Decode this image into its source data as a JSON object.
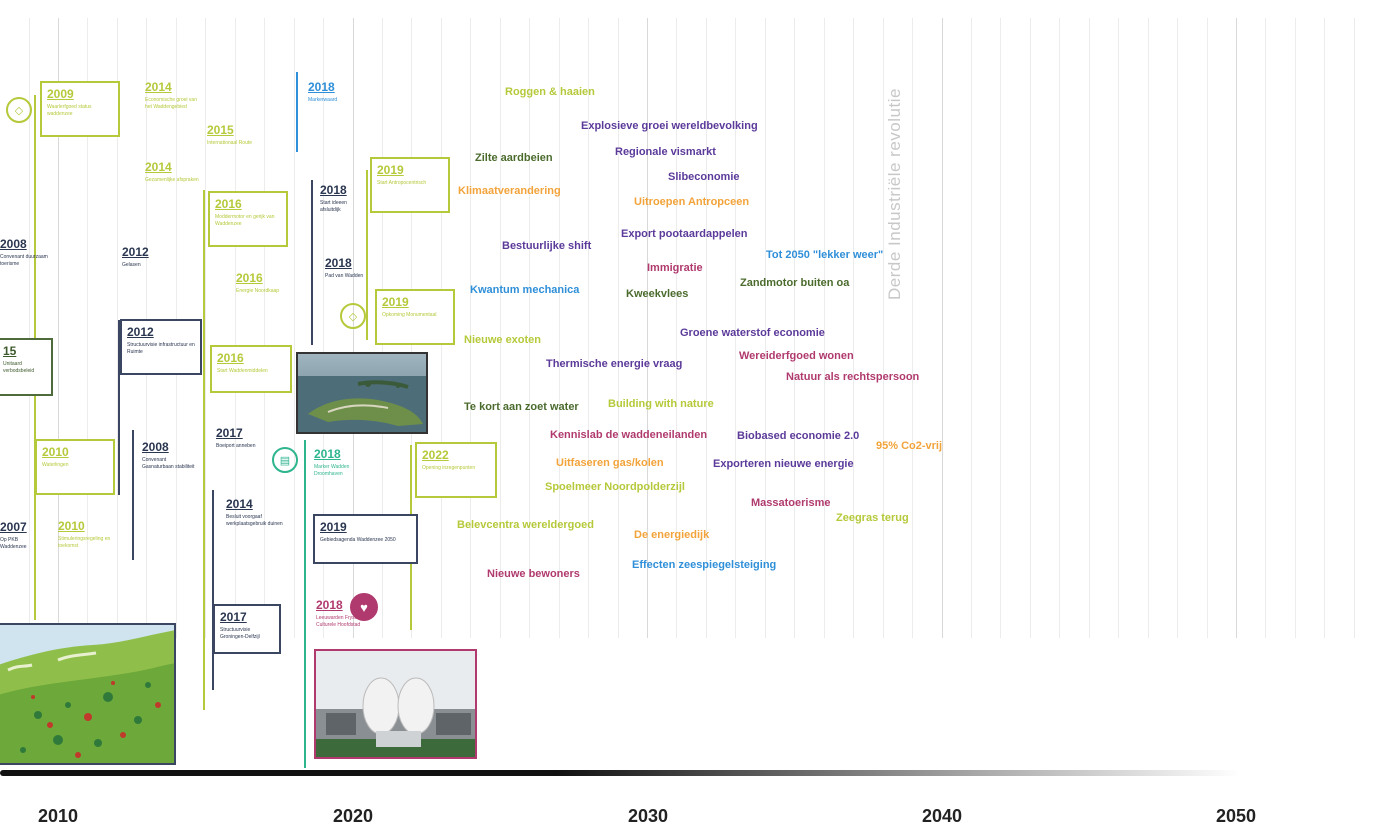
{
  "axis": {
    "years": [
      "2010",
      "2020",
      "2030",
      "2040",
      "2050"
    ]
  },
  "vertical_label": "Derde Industriële revolutie",
  "colors": {
    "green": "#b6c93a",
    "navy": "#2a3650",
    "purple": "#5b3a9a",
    "orange": "#f2a33a",
    "magenta": "#b03a6e",
    "darkgreen": "#4b6b2d",
    "blue": "#2f8fd8",
    "teal": "#2eb58e"
  },
  "events": {
    "e2009": {
      "year": "2009",
      "desc": "Waarlerfgoed status waddenzee"
    },
    "e2014a": {
      "year": "2014",
      "desc": "Economische groei van het Waddengebied"
    },
    "e2015a": {
      "year": "2015",
      "desc": "Internationaal Route"
    },
    "e2014b": {
      "year": "2014",
      "desc": "Gezamenlijke afspraken"
    },
    "e2016a": {
      "year": "2016",
      "desc": "Moddermotor en gerijk van Waddenzee"
    },
    "e2016b": {
      "year": "2016",
      "desc": "Energie Noordkaap"
    },
    "e2008a": {
      "year": "2008",
      "desc": "Convenant duurzaam toerisme"
    },
    "e2012a": {
      "year": "2012",
      "desc": "Gelasen"
    },
    "e2012b": {
      "year": "2012",
      "desc": "Structuurvisie infrastructuur en Ruimte"
    },
    "e2015b": {
      "year": "15",
      "desc": "Unitaard verbodsbeleid"
    },
    "e2016c": {
      "year": "2016",
      "desc": "Start Waddenmiddelen"
    },
    "e2010a": {
      "year": "2010",
      "desc": "Waterlingen"
    },
    "e2008b": {
      "year": "2008",
      "desc": "Convenant Gasnaturbaan stabiliteit"
    },
    "e2017a": {
      "year": "2017",
      "desc": "Boeiport anneben"
    },
    "e2014c": {
      "year": "2014",
      "desc": "Besluit voorgaaf werkplaatsgebruik duinen"
    },
    "e2007": {
      "year": "2007",
      "desc": "Op PKB Waddenzee"
    },
    "e2010b": {
      "year": "2010",
      "desc": "Stimuleringsregeling en toekomst"
    },
    "e2017b": {
      "year": "2017",
      "desc": "Structuurvisie Groningen-Delfzijl"
    },
    "e2018a": {
      "year": "2018",
      "desc": "Markerwaard"
    },
    "e2018b": {
      "year": "2018",
      "desc": "Start ideeen afsluitdijk"
    },
    "e2018c": {
      "year": "2018",
      "desc": "Pad van Wadden"
    },
    "e2019a": {
      "year": "2019",
      "desc": "Start Antropocentrisch"
    },
    "e2019b": {
      "year": "2019",
      "desc": "Opkoming Monumentaal"
    },
    "e2018d": {
      "year": "2018",
      "desc": "Marker Wadden Droomhaven"
    },
    "e2022": {
      "year": "2022",
      "desc": "Opening inzegenpunten"
    },
    "e2019c": {
      "year": "2019",
      "desc": "Gebiedsagenda Waddenzee 2050"
    },
    "e2018e": {
      "year": "2018",
      "desc": "Leeuwarden Fryslân Culturele Hoofdstad"
    }
  },
  "themes": [
    {
      "text": "Roggen & haaien",
      "color": "#b6c93a"
    },
    {
      "text": "Explosieve groei wereldbevolking",
      "color": "#5b3a9a"
    },
    {
      "text": "Zilte aardbeien",
      "color": "#4b6b2d"
    },
    {
      "text": "Regionale vismarkt",
      "color": "#5b3a9a"
    },
    {
      "text": "Slibeconomie",
      "color": "#5b3a9a"
    },
    {
      "text": "Klimaatverandering",
      "color": "#f2a33a"
    },
    {
      "text": "Uitroepen Antropceen",
      "color": "#f2a33a"
    },
    {
      "text": "Export pootaardappelen",
      "color": "#5b3a9a"
    },
    {
      "text": "Bestuurlijke shift",
      "color": "#5b3a9a"
    },
    {
      "text": "Tot 2050 \"lekker weer\"",
      "color": "#2f8fd8"
    },
    {
      "text": "Immigratie",
      "color": "#b03a6e"
    },
    {
      "text": "Zandmotor buiten oa",
      "color": "#4b6b2d"
    },
    {
      "text": "Kwantum mechanica",
      "color": "#2f8fd8"
    },
    {
      "text": "Kweekvlees",
      "color": "#4b6b2d"
    },
    {
      "text": "Groene waterstof economie",
      "color": "#5b3a9a"
    },
    {
      "text": "Nieuwe exoten",
      "color": "#b6c93a"
    },
    {
      "text": "Wereiderfgoed wonen",
      "color": "#b03a6e"
    },
    {
      "text": "Thermische energie vraag",
      "color": "#5b3a9a"
    },
    {
      "text": "Natuur als rechtspersoon",
      "color": "#b03a6e"
    },
    {
      "text": "Te kort aan zoet water",
      "color": "#4b6b2d"
    },
    {
      "text": "Building with nature",
      "color": "#b6c93a"
    },
    {
      "text": "Kennislab de waddeneilanden",
      "color": "#b03a6e"
    },
    {
      "text": "Biobased economie 2.0",
      "color": "#5b3a9a"
    },
    {
      "text": "95% Co2-vrij",
      "color": "#f2a33a"
    },
    {
      "text": "Uitfaseren gas/kolen",
      "color": "#f2a33a"
    },
    {
      "text": "Exporteren nieuwe energie",
      "color": "#5b3a9a"
    },
    {
      "text": "Spoelmeer Noordpolderzijl",
      "color": "#b6c93a"
    },
    {
      "text": "Massatoerisme",
      "color": "#b03a6e"
    },
    {
      "text": "Zeegras terug",
      "color": "#b6c93a"
    },
    {
      "text": "Belevcentra wereldergoed",
      "color": "#b6c93a"
    },
    {
      "text": "De energiedijk",
      "color": "#f2a33a"
    },
    {
      "text": "Effecten zeespiegelsteiging",
      "color": "#2f8fd8"
    },
    {
      "text": "Nieuwe bewoners",
      "color": "#b03a6e"
    }
  ]
}
